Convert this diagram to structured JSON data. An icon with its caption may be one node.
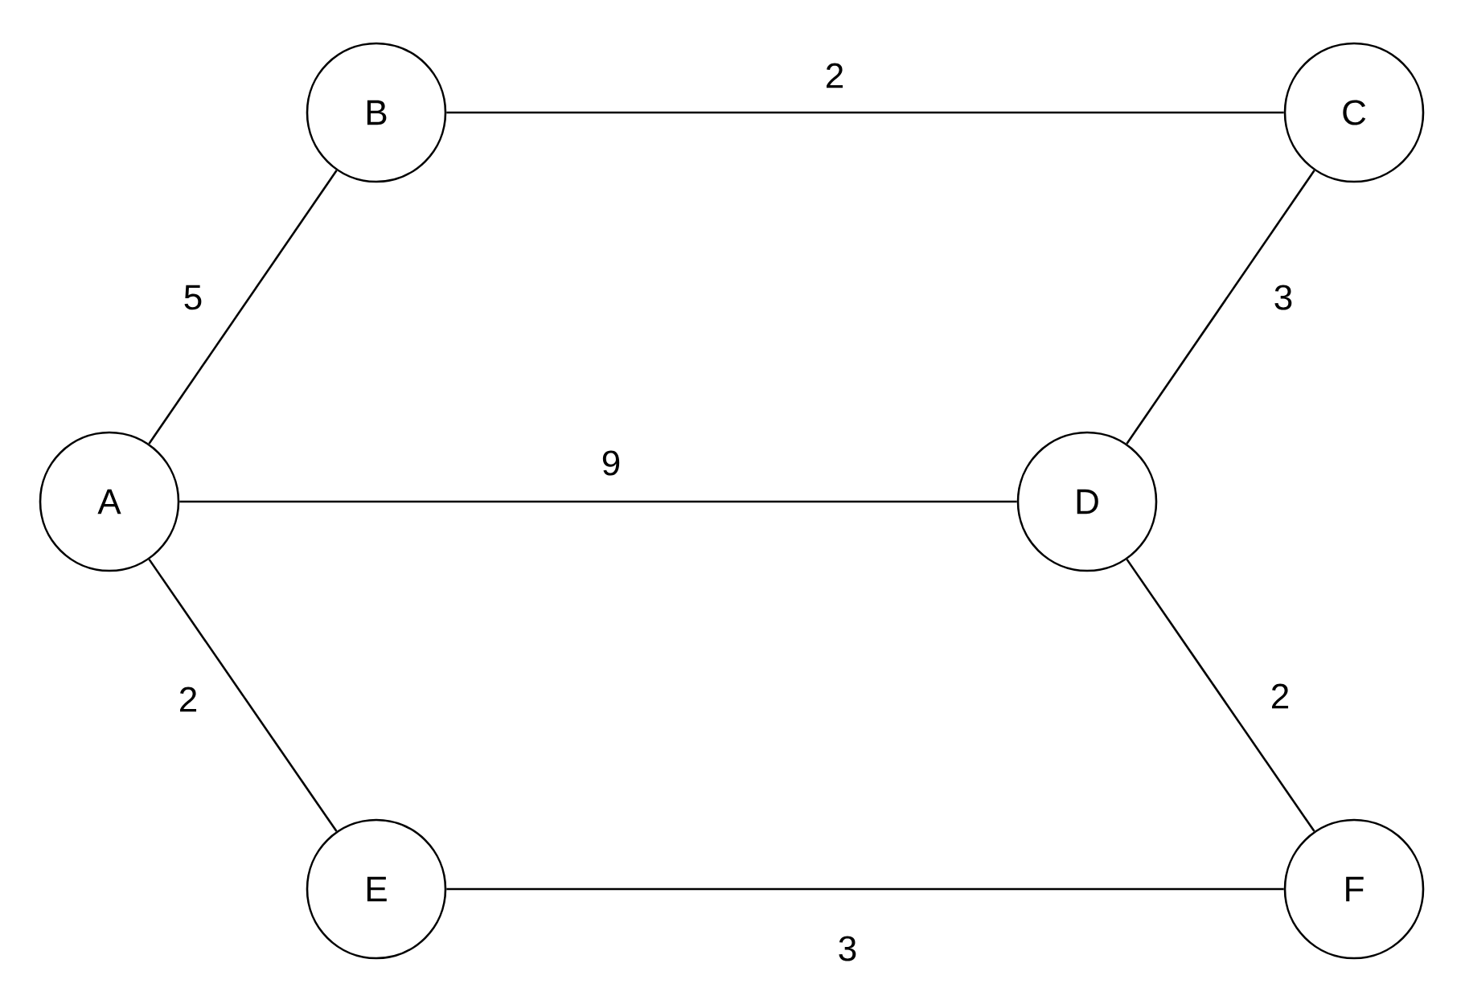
{
  "diagram": {
    "nodes": [
      {
        "text": [
          "A"
        ]
      },
      {
        "text": [
          "B"
        ]
      },
      {
        "text": [
          "C"
        ]
      },
      {
        "text": [
          "D"
        ]
      },
      {
        "text": [
          "E"
        ]
      },
      {
        "text": [
          "F"
        ]
      }
    ],
    "edges": [
      {
        "from": 0,
        "to": 1,
        "arrow": "none",
        "label": "5"
      },
      {
        "from": 1,
        "to": 2,
        "arrow": "none",
        "label": "2"
      },
      {
        "from": 2,
        "to": 3,
        "arrow": "none",
        "label": "3"
      },
      {
        "from": 0,
        "to": 3,
        "arrow": "none",
        "label": "9"
      },
      {
        "from": 0,
        "to": 4,
        "arrow": "none",
        "label": "2"
      },
      {
        "from": 3,
        "to": 5,
        "arrow": "none",
        "label": "2"
      },
      {
        "from": 4,
        "to": 5,
        "arrow": "none",
        "label": "3"
      }
    ]
  }
}
